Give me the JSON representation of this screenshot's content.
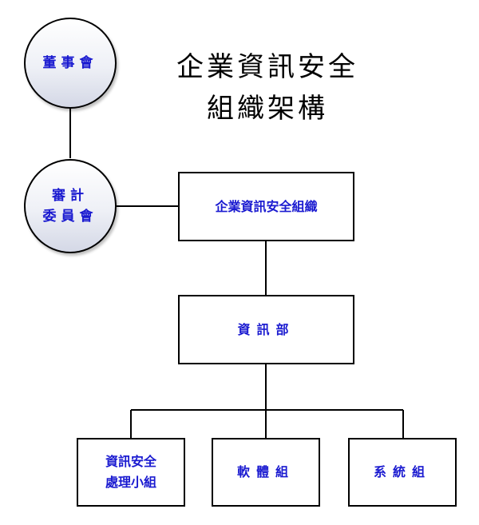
{
  "title": {
    "line1": "企業資訊安全",
    "line2": "組織架構"
  },
  "nodes": {
    "board": {
      "label": "董事會"
    },
    "audit": {
      "line1": "審計",
      "line2": "委員會"
    },
    "org": {
      "label": "企業資訊安全組織"
    },
    "it_dept": {
      "label": "資訊部"
    },
    "security_team": {
      "line1": "資訊安全",
      "line2": "處理小組"
    },
    "software_team": {
      "label": "軟體組"
    },
    "system_team": {
      "label": "系統組"
    }
  },
  "colors": {
    "node_text": "#1a1ad0",
    "lines": "#000000"
  }
}
